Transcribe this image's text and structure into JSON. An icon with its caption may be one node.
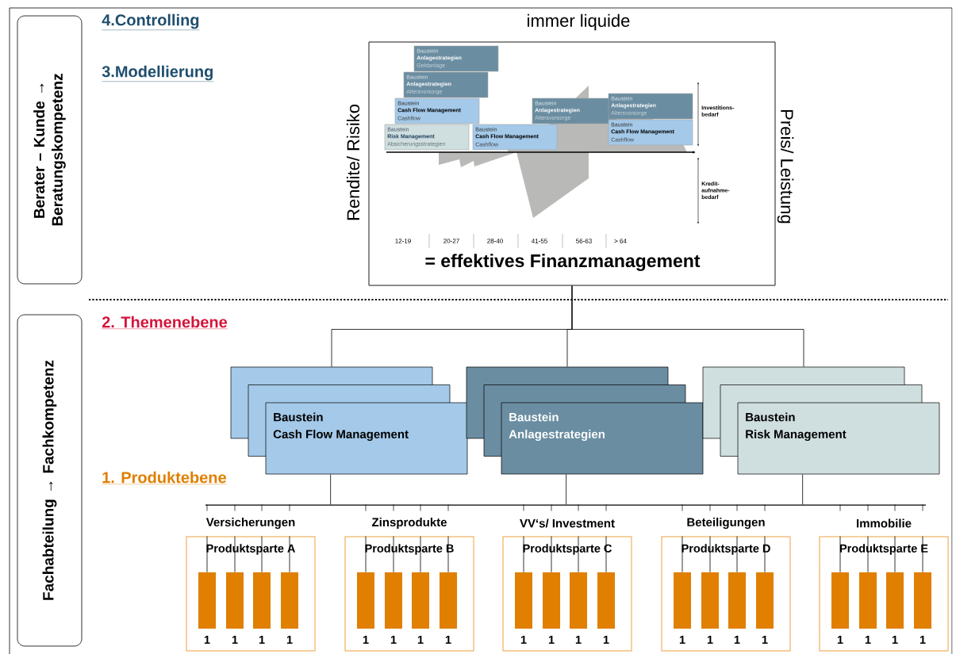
{
  "diagram": {
    "nodes": [
      {
        "text": [
          "Berater – Kunde → Beratungskompetenz"
        ]
      },
      {
        "text": [
          "Fachabteilung → Fachkompetenz"
        ]
      },
      {
        "text": [
          "= effektives Finanzmanagement"
        ],
        "beside": [
          "immer liquide",
          "Rendite/ Risiko",
          "Preis/ Leistung"
        ]
      },
      {
        "text": [
          "Baustein",
          "Anlagestrategien",
          "Geldanlage"
        ],
        "in": 2
      },
      {
        "text": [
          "Baustein",
          "Anlagestrategien",
          "Altersvorsorge"
        ],
        "in": 2
      },
      {
        "text": [
          "Baustein",
          "Cash Flow Management",
          "Cashflow"
        ],
        "in": 2
      },
      {
        "text": [
          "Baustein",
          "Risk Management",
          "Absicherungsstrategien"
        ],
        "in": 2
      },
      {
        "text": [
          "Baustein",
          "Cash Flow Management",
          "Cashflow"
        ],
        "in": 2
      },
      {
        "text": [
          "Baustein",
          "Anlagestrategien",
          "Altersvorsorge"
        ],
        "in": 2
      },
      {
        "text": [
          "Baustein",
          "Anlagestrategien",
          "Altersvorsorge"
        ],
        "in": 2
      },
      {
        "text": [
          "Baustein",
          "Cash Flow Management",
          "Cashflow"
        ],
        "in": 2
      },
      {
        "text": [],
        "shape": "box"
      },
      {
        "text": [],
        "shape": "box"
      },
      {
        "text": [
          "Baustein",
          "Cash Flow Management"
        ]
      },
      {
        "text": [],
        "shape": "box"
      },
      {
        "text": [],
        "shape": "box"
      },
      {
        "text": [
          "Baustein",
          "Anlagestrategien"
        ]
      },
      {
        "text": [],
        "shape": "box"
      },
      {
        "text": [],
        "shape": "box"
      },
      {
        "text": [
          "Baustein",
          "Risk Management"
        ]
      },
      {
        "text": [],
        "shape": "bar"
      },
      {
        "text": [
          "Versicherungen",
          "Produktsparte A"
        ]
      },
      {
        "text": [],
        "shape": "bar",
        "beside": [
          "1"
        ],
        "in": 21
      },
      {
        "text": [],
        "shape": "bar",
        "beside": [
          "1"
        ],
        "in": 21
      },
      {
        "text": [],
        "shape": "bar",
        "beside": [
          "1"
        ],
        "in": 21
      },
      {
        "text": [],
        "shape": "bar",
        "beside": [
          "1"
        ],
        "in": 21
      },
      {
        "text": [
          "Zinsprodukte",
          "Produktsparte B"
        ]
      },
      {
        "text": [],
        "shape": "bar",
        "beside": [
          "1"
        ],
        "in": 26
      },
      {
        "text": [],
        "shape": "bar",
        "beside": [
          "1"
        ],
        "in": 26
      },
      {
        "text": [],
        "shape": "bar",
        "beside": [
          "1"
        ],
        "in": 26
      },
      {
        "text": [],
        "shape": "bar",
        "beside": [
          "1"
        ],
        "in": 26
      },
      {
        "text": [
          "VV‘s/ Investment",
          "Produktsparte C"
        ]
      },
      {
        "text": [],
        "shape": "bar",
        "beside": [
          "1"
        ],
        "in": 31
      },
      {
        "text": [],
        "shape": "bar",
        "beside": [
          "1"
        ],
        "in": 31
      },
      {
        "text": [],
        "shape": "bar",
        "beside": [
          "1"
        ],
        "in": 31
      },
      {
        "text": [],
        "shape": "bar",
        "beside": [
          "1"
        ],
        "in": 31
      },
      {
        "text": [
          "Beteiligungen",
          "Produktsparte D"
        ]
      },
      {
        "text": [],
        "shape": "bar",
        "beside": [
          "1"
        ],
        "in": 36
      },
      {
        "text": [],
        "shape": "bar",
        "beside": [
          "1"
        ],
        "in": 36
      },
      {
        "text": [],
        "shape": "bar",
        "beside": [
          "1"
        ],
        "in": 36
      },
      {
        "text": [],
        "shape": "bar",
        "beside": [
          "1"
        ],
        "in": 36
      },
      {
        "text": [
          "Immobilie",
          "Produktsparte E"
        ]
      },
      {
        "text": [],
        "shape": "bar",
        "beside": [
          "1"
        ],
        "in": 41
      },
      {
        "text": [],
        "shape": "bar",
        "beside": [
          "1"
        ],
        "in": 41
      },
      {
        "text": [],
        "shape": "bar",
        "beside": [
          "1"
        ],
        "in": 41
      },
      {
        "text": [],
        "shape": "bar",
        "beside": [
          "1"
        ],
        "in": 41
      }
    ],
    "edges": [
      {
        "from": 2,
        "to": 11,
        "arrow": "none"
      },
      {
        "from": 2,
        "to": 14,
        "arrow": "none"
      },
      {
        "from": 2,
        "to": 17,
        "arrow": "none"
      },
      {
        "from": 13,
        "to": 20,
        "arrow": "none"
      },
      {
        "from": 16,
        "to": 20,
        "arrow": "none"
      },
      {
        "from": 19,
        "to": 20,
        "arrow": "none"
      },
      {
        "from": 21,
        "to": 22,
        "arrow": "none"
      },
      {
        "from": 21,
        "to": 23,
        "arrow": "none"
      },
      {
        "from": 21,
        "to": 24,
        "arrow": "none"
      },
      {
        "from": 21,
        "to": 25,
        "arrow": "none"
      },
      {
        "from": 26,
        "to": 27,
        "arrow": "none"
      },
      {
        "from": 26,
        "to": 28,
        "arrow": "none"
      },
      {
        "from": 26,
        "to": 29,
        "arrow": "none"
      },
      {
        "from": 26,
        "to": 30,
        "arrow": "none"
      },
      {
        "from": 31,
        "to": 32,
        "arrow": "none"
      },
      {
        "from": 31,
        "to": 33,
        "arrow": "none"
      },
      {
        "from": 31,
        "to": 34,
        "arrow": "none"
      },
      {
        "from": 31,
        "to": 35,
        "arrow": "none"
      },
      {
        "from": 36,
        "to": 37,
        "arrow": "none"
      },
      {
        "from": 36,
        "to": 38,
        "arrow": "none"
      },
      {
        "from": 36,
        "to": 39,
        "arrow": "none"
      },
      {
        "from": 36,
        "to": 40,
        "arrow": "none"
      },
      {
        "from": 41,
        "to": 42,
        "arrow": "none"
      },
      {
        "from": 41,
        "to": 43,
        "arrow": "none"
      },
      {
        "from": 41,
        "to": 44,
        "arrow": "none"
      },
      {
        "from": 41,
        "to": 45,
        "arrow": "none"
      }
    ],
    "labels": [
      "4.Controlling",
      "3.Modellierung",
      "2. Themenebene",
      "1. Produktebene",
      "12-19",
      "20-27",
      "28-40",
      "41-55",
      "56-63",
      "> 64",
      "Investitions- bedarf",
      "Kredit- aufnahme- bedarf"
    ]
  }
}
